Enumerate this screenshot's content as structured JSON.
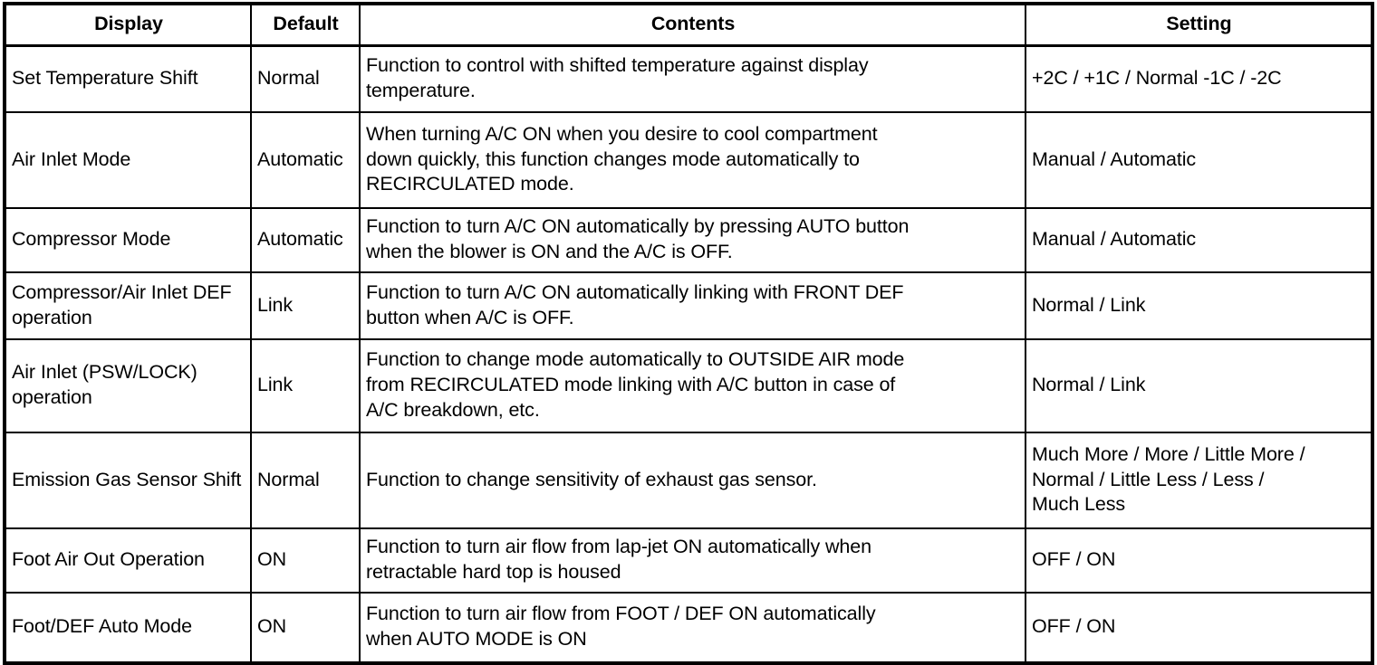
{
  "table": {
    "headers": [
      {
        "label": "Display"
      },
      {
        "label": "Default"
      },
      {
        "label": "Contents"
      },
      {
        "label": "Setting"
      }
    ],
    "rows": [
      {
        "display": "Set Temperature Shift",
        "default": "Normal",
        "contents_lines": [
          "Function to control with shifted temperature against display",
          "temperature."
        ],
        "setting_lines": [
          "+2C / +1C / Normal -1C / -2C"
        ]
      },
      {
        "display": "Air Inlet Mode",
        "default": "Automatic",
        "contents_lines": [
          "When turning A/C ON when you desire to cool compartment",
          "down quickly, this function changes mode automatically to",
          "RECIRCULATED mode."
        ],
        "setting_lines": [
          "Manual / Automatic"
        ]
      },
      {
        "display": "Compressor Mode",
        "default": "Automatic",
        "contents_lines": [
          "Function to turn A/C ON automatically by pressing AUTO button",
          "when the blower is ON and the A/C is OFF."
        ],
        "setting_lines": [
          "Manual / Automatic"
        ]
      },
      {
        "display": "Compressor/Air Inlet DEF operation",
        "default": "Link",
        "contents_lines": [
          "Function to turn A/C ON automatically linking with FRONT DEF",
          "button when A/C is OFF."
        ],
        "setting_lines": [
          "Normal / Link"
        ]
      },
      {
        "display": "Air Inlet (PSW/LOCK) operation",
        "default": "Link",
        "contents_lines": [
          "Function to change mode automatically to OUTSIDE AIR mode",
          "from RECIRCULATED mode linking with A/C button in case of",
          "A/C breakdown, etc."
        ],
        "setting_lines": [
          "Normal / Link"
        ]
      },
      {
        "display": "Emission Gas Sensor Shift",
        "default": "Normal",
        "contents_lines": [
          "Function to change sensitivity of exhaust gas sensor."
        ],
        "setting_lines": [
          "Much More / More / Little More /",
          "Normal / Little Less / Less /",
          "Much Less"
        ]
      },
      {
        "display": "Foot Air Out Operation",
        "default": "ON",
        "contents_lines": [
          "Function to turn air flow from lap-jet ON automatically when",
          "retractable hard top is housed"
        ],
        "setting_lines": [
          "OFF / ON"
        ]
      },
      {
        "display": "Foot/DEF Auto Mode",
        "default": "ON",
        "contents_lines": [
          "Function to turn air flow from FOOT / DEF ON automatically",
          "when AUTO MODE is ON"
        ],
        "setting_lines": [
          "OFF / ON"
        ]
      }
    ]
  },
  "colors": {
    "border": "#000000",
    "text": "#000000",
    "background": "#ffffff"
  }
}
